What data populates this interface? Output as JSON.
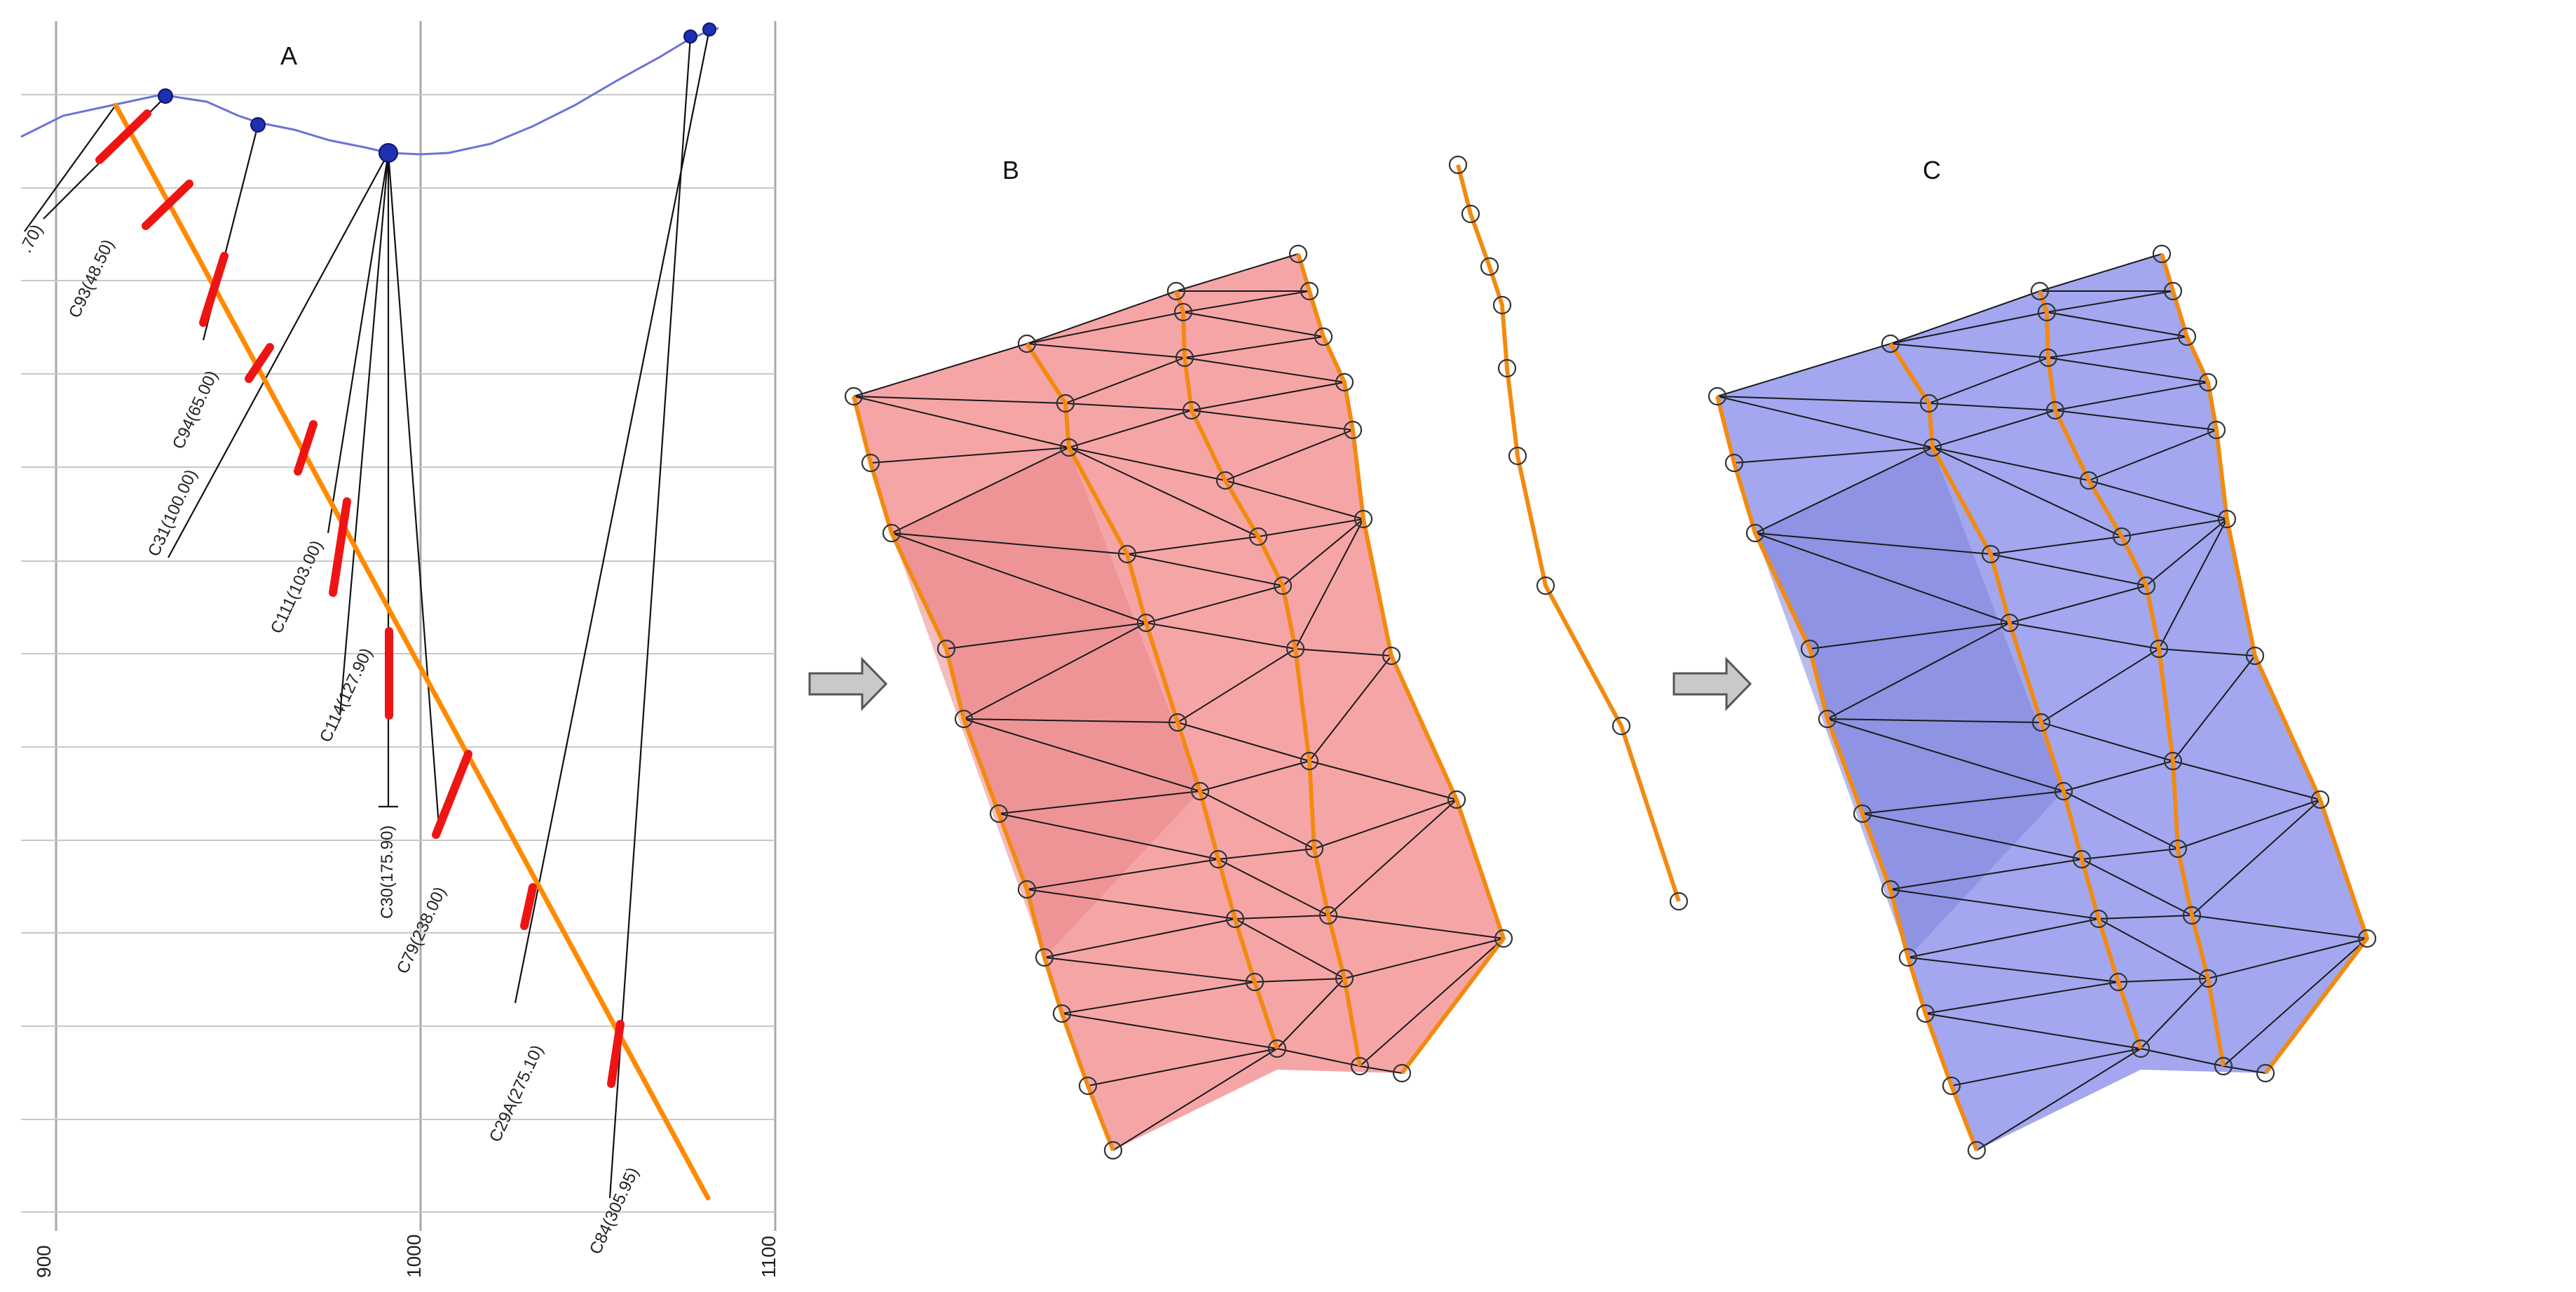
{
  "panels": {
    "a": {
      "label": "A",
      "x_ticks": [
        "900",
        "1000",
        "1100"
      ],
      "partial_label": ".70)",
      "drillholes": [
        {
          "id": "C93",
          "depth": "48.50",
          "label": "C93(48.50)"
        },
        {
          "id": "C94",
          "depth": "65.00",
          "label": "C94(65.00)"
        },
        {
          "id": "C31",
          "depth": "100.00",
          "label": "C31(100.00)"
        },
        {
          "id": "C111",
          "depth": "103.00",
          "label": "C111(103.00)"
        },
        {
          "id": "C114",
          "depth": "127.90",
          "label": "C114(127.90)"
        },
        {
          "id": "C30",
          "depth": "175.90",
          "label": "C30(175.90)"
        },
        {
          "id": "C79",
          "depth": "238.00",
          "label": "C79(238.00)"
        },
        {
          "id": "C29A",
          "depth": "275.10",
          "label": "C29A(275.10)"
        },
        {
          "id": "C84",
          "depth": "305.95",
          "label": "C84(305.95)"
        }
      ]
    },
    "b": {
      "label": "B"
    },
    "c": {
      "label": "C"
    }
  },
  "colors": {
    "topography": "#6b73d6",
    "fault_trace": "#f28a10",
    "intercepts": "#ef1414",
    "collars": "#1f2fb0",
    "surface_b": "#f6a0a2",
    "surface_c": "#9da2ee",
    "arrow": "#c9c9c9"
  }
}
